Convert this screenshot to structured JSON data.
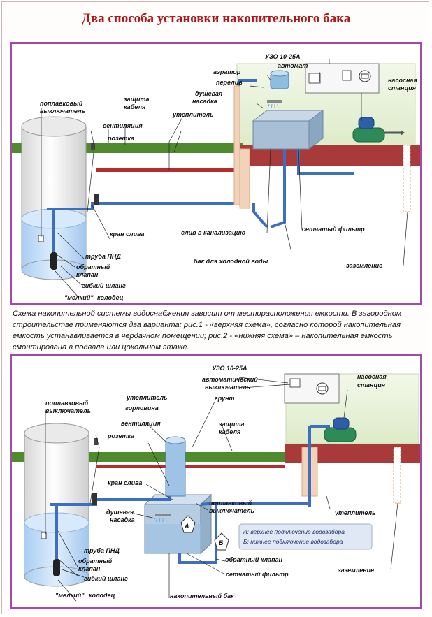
{
  "title": "Два способа установки накопительного бака",
  "caption": "Схема накопительной системы водоснабжения зависит от месторасположения емкости. В загородном строительстве применяются два варианта: рис.1 - «верхняя схема», согласно которой накопительная емкость устанавливается в чердачном помещении; рис.2 - «нижняя схема» – накопительная емкость смонтирована в подвале или цокольном этаже.",
  "diagram1": {
    "labels": {
      "uzo": "УЗО 10-25А",
      "avtomat": "автомат",
      "aerator": "аэратор",
      "pereliv": "перелив",
      "nasosnaya1": "насосная",
      "nasosnaya2": "станция",
      "dushevaya1": "душевая",
      "dushevaya2": "насадка",
      "zashchita1": "защита",
      "zashchita2": "кабеля",
      "poplavok1": "поплавковый",
      "poplavok2": "выключатель",
      "uteplitel": "утеплитель",
      "ventilyatsiya": "вентиляция",
      "rozetka": "розетка",
      "kran_sliva": "кран слива",
      "sliv": "слив в канализацию",
      "setchaty": "сетчатый фильтр",
      "truba_pnd": "труба ПНД",
      "bak": "бак для холодной воды",
      "obratny1": "обратный",
      "obratny2": "клапан",
      "zazemlenie": "заземление",
      "gibkiy": "гибкий шланг",
      "kolodets_q": "\"мелкий\"",
      "kolodets": "колодец"
    }
  },
  "diagram2": {
    "labels": {
      "uzo": "УЗО 10-25А",
      "avtomat1": "автоматический",
      "avtomat2": "выключатель",
      "nasosnaya1": "насосная",
      "nasosnaya2": "станция",
      "poplavok1": "поплавковый",
      "poplavok2": "выключатель",
      "uteplitel_top": "утеплитель",
      "gorlovina": "горловина",
      "grunt": "грунт",
      "ventilyatsiya": "вентиляция",
      "zashchita1": "защита",
      "zashchita2": "кабеля",
      "rozetka": "розетка",
      "kran_sliva": "кран слива",
      "poplavok_b1": "поплавковый",
      "poplavok_b2": "выключатель",
      "uteplitel_right": "утеплитель",
      "dushevaya1": "душевая",
      "dushevaya2": "насадка",
      "mark_a": "А",
      "mark_b": "Б",
      "legend_a": "А: верхнее подключение водозабора",
      "legend_b": "Б: нижнее подключение водозабора",
      "truba_pnd": "труба ПНД",
      "obratny_left1": "обратный",
      "obratny_left2": "клапан",
      "obratny_right": "обратный клапан",
      "zazemlenie": "заземление",
      "gibkiy": "гибкий шланг",
      "setchaty": "сетчатый фильтр",
      "kolodets_q": "\"мелкий\"",
      "kolodets": "колодец",
      "bak": "накопительный бак"
    }
  }
}
